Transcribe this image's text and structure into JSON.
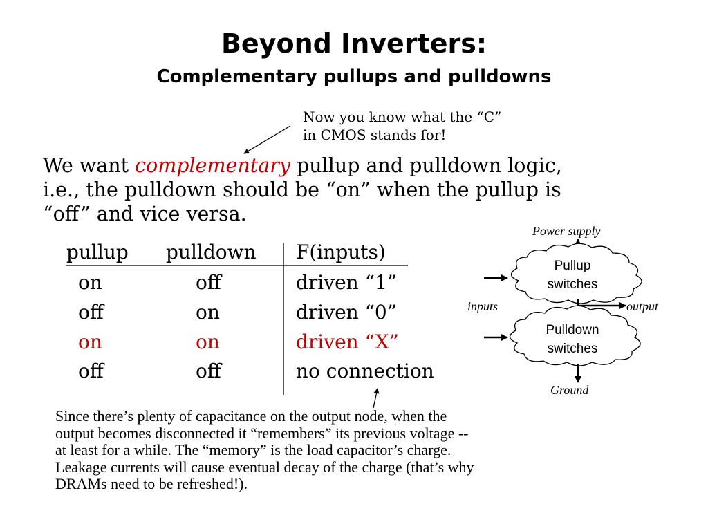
{
  "title": "Beyond Inverters:",
  "subtitle": "Complementary pullups and pulldowns",
  "callout": {
    "line1": "Now you know what the “C”",
    "line2": "in CMOS stands for!"
  },
  "paragraph": {
    "line1_pre": "We want ",
    "line1_highlight": "complementary",
    "line1_post": " pullup and pulldown logic,",
    "line2": "i.e., the pulldown should be “on” when the pullup is",
    "line3": "“off” and vice versa."
  },
  "table": {
    "headers": [
      "pullup",
      "pulldown",
      "F(inputs)"
    ],
    "rows": [
      [
        "on",
        "off",
        "driven “1”"
      ],
      [
        "off",
        "on",
        "driven “0”"
      ],
      [
        "on",
        "on",
        "driven “X”"
      ],
      [
        "off",
        "off",
        "no connection"
      ]
    ]
  },
  "diagram": {
    "power_supply": "Power supply",
    "pullup_line1": "Pullup",
    "pullup_line2": "switches",
    "pulldown_line1": "Pulldown",
    "pulldown_line2": "switches",
    "inputs": "inputs",
    "output": "output",
    "ground": "Ground"
  },
  "note": {
    "line1": "Since there’s plenty of capacitance on the output node, when the",
    "line2": "output becomes disconnected it “remembers” its previous voltage --",
    "line3": "at least for a  while.  The “memory” is the load capacitor’s charge.",
    "line4": "Leakage currents will cause eventual decay of the charge (that’s why",
    "line5": "DRAMs need to be refreshed!)."
  },
  "colors": {
    "accent": "#c00000",
    "text": "#000000"
  }
}
